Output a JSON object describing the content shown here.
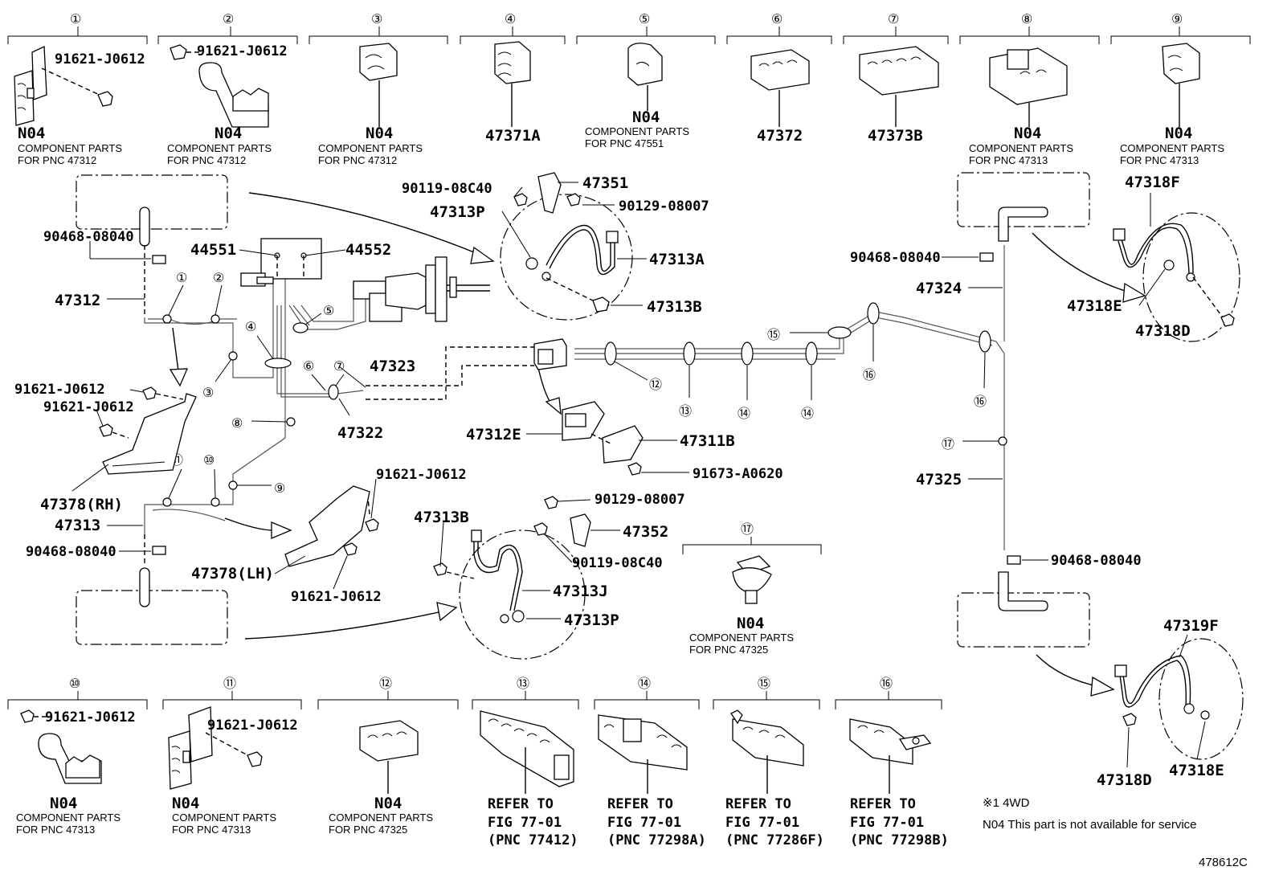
{
  "headers": [
    {
      "num": "①",
      "parts": [
        "91621-J0612"
      ],
      "n04": "N04",
      "desc1": "COMPONENT PARTS",
      "desc2": "FOR PNC 47312"
    },
    {
      "num": "②",
      "parts": [
        "91621-J0612"
      ],
      "n04": "N04",
      "desc1": "COMPONENT PARTS",
      "desc2": "FOR PNC 47312"
    },
    {
      "num": "③",
      "n04": "N04",
      "desc1": "COMPONENT PARTS",
      "desc2": "FOR PNC 47312"
    },
    {
      "num": "④",
      "part": "47371A"
    },
    {
      "num": "⑤",
      "n04": "N04",
      "desc1": "COMPONENT PARTS",
      "desc2": "FOR PNC 47551"
    },
    {
      "num": "⑥",
      "part": "47372"
    },
    {
      "num": "⑦",
      "part": "47373B"
    },
    {
      "num": "⑧",
      "n04": "N04",
      "desc1": "COMPONENT PARTS",
      "desc2": "FOR PNC 47313"
    },
    {
      "num": "⑨",
      "n04": "N04",
      "desc1": "COMPONENT PARTS",
      "desc2": "FOR PNC 47313"
    }
  ],
  "footers": [
    {
      "num": "⑩",
      "parts": [
        "91621-J0612"
      ],
      "n04": "N04",
      "desc1": "COMPONENT PARTS",
      "desc2": "FOR PNC 47313"
    },
    {
      "num": "⑪",
      "parts": [
        "91621-J0612"
      ],
      "n04": "N04",
      "desc1": "COMPONENT PARTS",
      "desc2": "FOR PNC 47313"
    },
    {
      "num": "⑫",
      "n04": "N04",
      "desc1": "COMPONENT PARTS",
      "desc2": "FOR PNC 47325"
    },
    {
      "num": "⑬",
      "ref1": "REFER TO",
      "ref2": "FIG 77-01",
      "ref3": "(PNC 77412)"
    },
    {
      "num": "⑭",
      "ref1": "REFER TO",
      "ref2": "FIG 77-01",
      "ref3": "(PNC 77298A)"
    },
    {
      "num": "⑮",
      "ref1": "REFER TO",
      "ref2": "FIG 77-01",
      "ref3": "(PNC 77286F)"
    },
    {
      "num": "⑯",
      "ref1": "REFER TO",
      "ref2": "FIG 77-01",
      "ref3": "(PNC 77298B)"
    }
  ],
  "clamp17": {
    "num": "⑰",
    "n04": "N04",
    "desc1": "COMPONENT PARTS",
    "desc2": "FOR PNC 47325"
  },
  "labels": {
    "p90119_08C40_a": "90119-08C40",
    "p47351": "47351",
    "p90129_08007_a": "90129-08007",
    "p47313P_a": "47313P",
    "p47313A": "47313A",
    "p47313B_a": "47313B",
    "p90468_08040_a": "90468-08040",
    "p44551": "44551",
    "p44552": "44552",
    "p47312": "47312",
    "p47323": "47323",
    "p47322": "47322",
    "p91621_J0612_a": "91621-J0612",
    "p91621_J0612_b": "91621-J0612",
    "p47378RH": "47378(RH)",
    "p47313": "47313",
    "p90468_08040_b": "90468-08040",
    "p47378LH": "47378(LH)",
    "p91621_J0612_c": "91621-J0612",
    "p91621_J0612_d": "91621-J0612",
    "p47313B_b": "47313B",
    "p90129_08007_b": "90129-08007",
    "p47352": "47352",
    "p90119_08C40_b": "90119-08C40",
    "p47313J": "47313J",
    "p47313P_b": "47313P",
    "p47312E": "47312E",
    "p47311B": "47311B",
    "p91673_A0620": "91673-A0620",
    "p90468_08040_c": "90468-08040",
    "p47324": "47324",
    "p47325": "47325",
    "p90468_08040_d": "90468-08040",
    "p47318F": "47318F",
    "p47318E_a": "47318E",
    "p47318D_a": "47318D",
    "p47319F": "47319F",
    "p47318D_b": "47318D",
    "p47318E_b": "47318E"
  },
  "callouts": {
    "c1": "①",
    "c2": "②",
    "c3": "③",
    "c4": "④",
    "c5": "⑤",
    "c6": "⑥",
    "c7": "⑦",
    "c8": "⑧",
    "c9": "⑨",
    "c10": "⑩",
    "c11": "⑪",
    "c12": "⑫",
    "c13": "⑬",
    "c14a": "⑭",
    "c14b": "⑭",
    "c15": "⑮",
    "c16a": "⑯",
    "c16b": "⑯",
    "c17": "⑰"
  },
  "notes": {
    "wd": "※1 4WD",
    "n04": "N04 This part is not available for service",
    "fig": "478612C"
  }
}
